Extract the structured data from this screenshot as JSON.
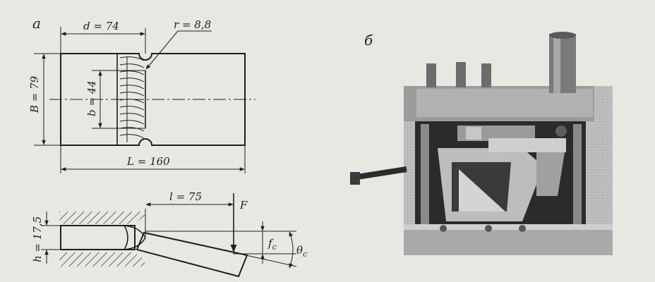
{
  "panel_a": {
    "letter": "а",
    "top_view": {
      "d": "d = 74",
      "r": "r = 8,8",
      "B": "B = 79",
      "b": "b = 44",
      "L": "L = 160"
    },
    "side_view": {
      "l": "l = 75",
      "F": "F",
      "h": "h = 17,5",
      "fc": "f",
      "fc_sub": "c",
      "theta": "θ",
      "theta_sub": "c"
    }
  },
  "panel_b": {
    "letter": "б"
  },
  "colors": {
    "paper": "#e9e7e2",
    "ink": "#1f1f1f",
    "photo_dark": "#2b2b2b",
    "photo_mid": "#8a8a8a",
    "photo_light": "#c9c9c9"
  }
}
